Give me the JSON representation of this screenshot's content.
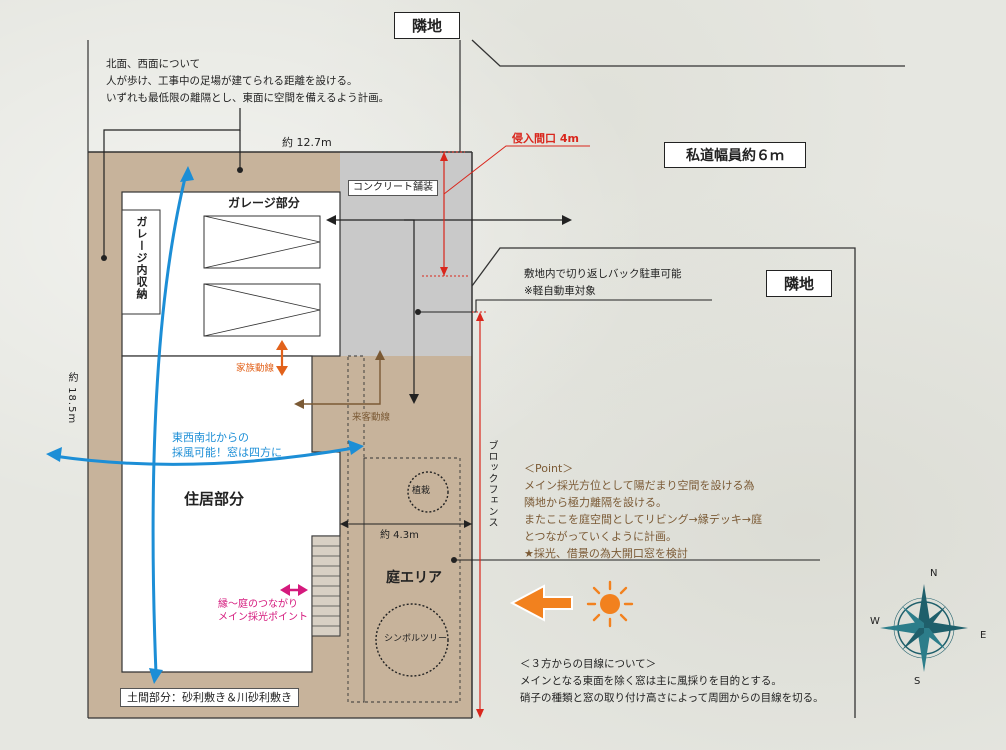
{
  "labels": {
    "neighbor_top": "隣地",
    "neighbor_right": "隣地",
    "road": "私道幅員約６ｍ",
    "entrance": "侵入間口 4m",
    "concrete": "コンクリート舗装",
    "garage_title": "ガレージ部分",
    "garage_storage": "ガレージ内収納",
    "family_path": "家族動線",
    "guest_path": "来客動線",
    "house": "住居部分",
    "garden": "庭エリア",
    "plant_tree": "植栽",
    "symbol_tree": "シンボルツリー",
    "block_fence": "ブロックフェンス",
    "dim_width": "約 12.7m",
    "dim_depth": "約 18.5m",
    "dim_garden": "約 4.3m",
    "ground_finish": "土間部分：砂利敷き＆川砂利敷き",
    "ventilation": [
      "東西南北からの",
      "採風可能！窓は四方に"
    ],
    "garden_link": [
      "縁～庭のつながり",
      "メイン採光ポイント"
    ],
    "parking_note": [
      "敷地内で切り返しバック駐車可能",
      "※軽自動車対象"
    ]
  },
  "notes": {
    "top": [
      "北面、西面について",
      "人が歩け、工事中の足場が建てられる距離を設ける。",
      "いずれも最低限の離隔とし、東面に空間を備えるよう計画。"
    ],
    "point": [
      "＜Point＞",
      "メイン採光方位として陽だまり空間を設ける為",
      "隣地から極力離隔を設ける。",
      "またここを庭空間としてリビング→縁デッキ→庭",
      "とつながっていくように計画。",
      "★採光、借景の為大開口窓を検討"
    ],
    "views": [
      "＜３方からの目線について＞",
      "メインとなる東面を除く窓は主に風採りを目的とする。",
      "硝子の種類と窓の取り付け高さによって周囲からの目線を切る。"
    ]
  },
  "compass": {
    "n": "N",
    "s": "S",
    "e": "E",
    "w": "W"
  },
  "colors": {
    "site": "#c7b39b",
    "concrete": "#c9c9c9",
    "red": "#d9261c",
    "orange": "#e2621b",
    "brown": "#7b5a35",
    "blue": "#1c8ed6",
    "pink": "#d5197d",
    "sun": "#f2811e",
    "compass": "#1f5f6b"
  }
}
